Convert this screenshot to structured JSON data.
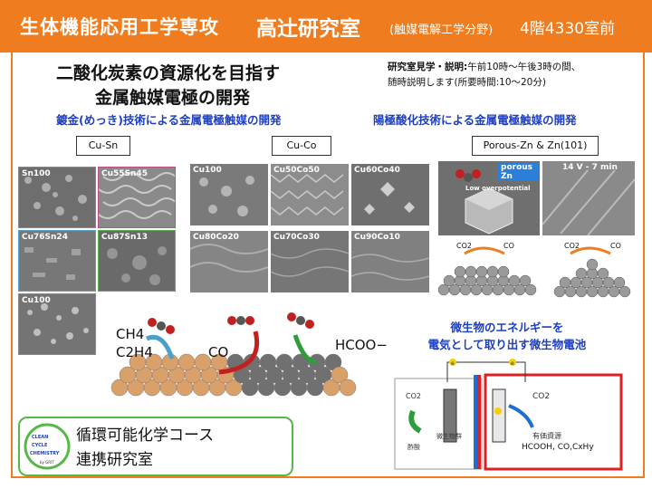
{
  "header": {
    "department": "生体機能応用工学専攻",
    "lab_name": "高辻研究室",
    "field": "(触媒電解工学分野)",
    "room": "4階4330室前"
  },
  "title": {
    "line1": "二酸化炭素の資源化を目指す",
    "line2": "金属触媒電極の開発"
  },
  "tour": {
    "label": "研究室見学・説明:",
    "text1": "午前10時〜午後3時の間、",
    "text2": "随時説明します(所要時間:10〜20分)"
  },
  "subtitles": {
    "plating": "鍍金(めっき)技術による金属電極触媒の開発",
    "anodic": "陽極酸化技術による金属電極触媒の開発"
  },
  "labels": {
    "cusn": "Cu-Sn",
    "cuco": "Cu-Co",
    "zn": "Porous-Zn & Zn(101)"
  },
  "sem_cusn": [
    "Sn100",
    "Cu55Sn45",
    "Cu76Sn24",
    "Cu87Sn13",
    "Cu100"
  ],
  "sem_cuco": [
    "Cu100",
    "Cu50Co50",
    "Cu60Co40",
    "Cu80Co20",
    "Cu70Co30",
    "Cu90Co10"
  ],
  "zn_images": {
    "left_tag": "porous Zn",
    "left_caption": "Low overpotential",
    "right_tag": "14 V - 7 min"
  },
  "molecules": {
    "co2": "CO2",
    "co": "CO"
  },
  "products": {
    "ch4": "CH4",
    "c2h4": "C2H4",
    "co": "CO",
    "hcoo": "HCOO−"
  },
  "microbe": {
    "line1": "微生物のエネルギーを",
    "line2": "電気として取り出す微生物電池",
    "co2_left": "CO2",
    "co2_right": "CO2",
    "acetate": "酢酸",
    "microbe_label": "微生物群",
    "valuable": "有価資源",
    "products": "HCOOH, CO,CxHy",
    "electron": "e"
  },
  "course": {
    "line1": "循環可能化学コース",
    "line2": "連携研究室",
    "logo_words": [
      "CLEAN",
      "CYCLE",
      "CHEMISTRY"
    ],
    "logo_by": "by GRIT"
  },
  "colors": {
    "orange": "#ef7d1f",
    "blue": "#1e3fbf",
    "green": "#55b947",
    "red": "#e02020"
  }
}
